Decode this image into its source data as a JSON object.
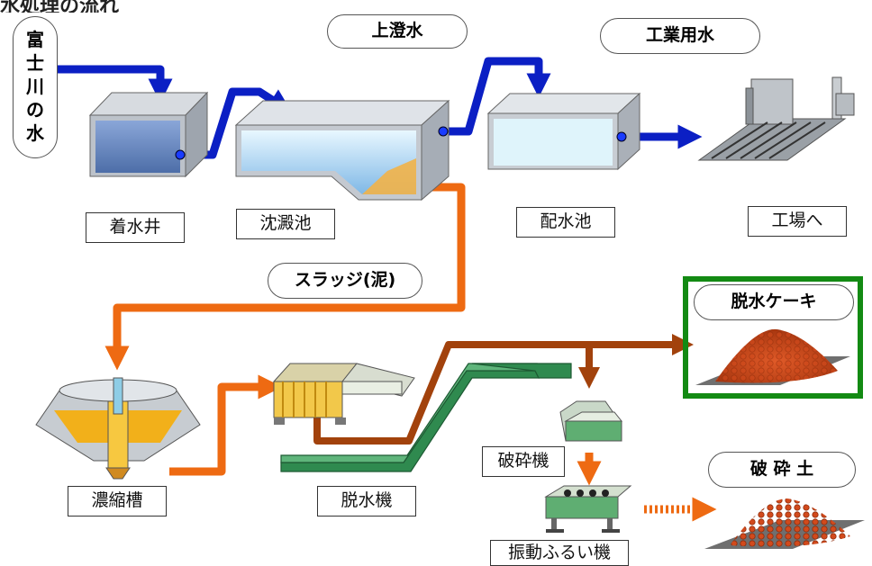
{
  "heading_fragment": "水処理の流れ",
  "source_label_chars": [
    "富",
    "士",
    "川",
    "の",
    "水"
  ],
  "flow_labels": {
    "clear_water": "上澄水",
    "industrial_water": "工業用水",
    "sludge": "スラッジ(泥)",
    "dewatered_cake": "脱水ケーキ",
    "crushed_soil": "破 砕 土"
  },
  "facility_labels": {
    "receiving_well": "着水井",
    "settling_basin": "沈澱池",
    "distribution_reservoir": "配水池",
    "to_factory": "工場へ",
    "thickener": "濃縮槽",
    "dewatering_machine": "脱水機",
    "crusher": "破砕機",
    "vibrating_sieve": "振動ふるい機"
  },
  "colors": {
    "water_arrow": "#0b1fc4",
    "sludge_arrow": "#ee6a12",
    "cake_arrow": "#a2420c",
    "highlight_frame": "#138a13",
    "conveyor": "#2f8a4f"
  }
}
